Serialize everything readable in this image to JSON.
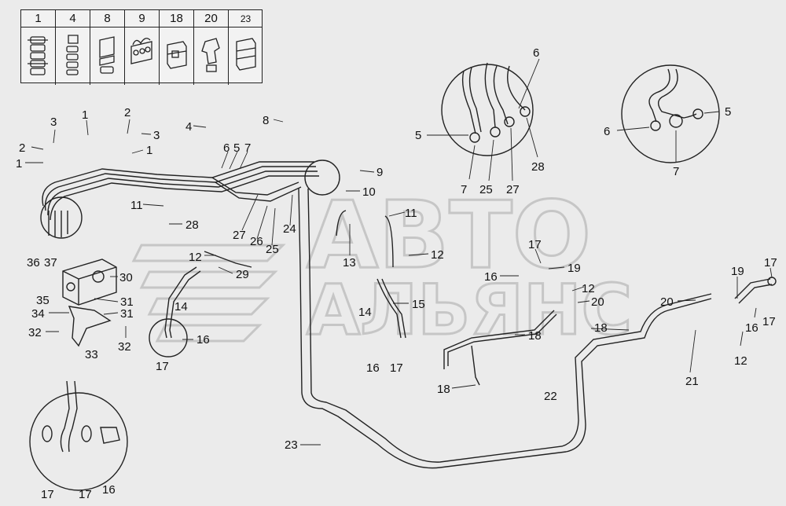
{
  "legend": {
    "headers": [
      "1",
      "4",
      "8",
      "9",
      "18",
      "20",
      "23"
    ]
  },
  "watermark": {
    "line1": "АВТО",
    "line2": "АЛЬЯНС"
  },
  "callouts": {
    "c3a": "3",
    "c2a": "2",
    "c1a": "1",
    "c1b": "1",
    "c2b": "2",
    "c3b": "3",
    "c1c": "1",
    "c4": "4",
    "c6a": "6",
    "c5a": "5",
    "c7a": "7",
    "c8": "8",
    "c9": "9",
    "c10": "10",
    "c11a": "11",
    "c11b": "11",
    "c28a": "28",
    "c27a": "27",
    "c26": "26",
    "c25a": "25",
    "c24": "24",
    "c12a": "12",
    "c13": "13",
    "c12b": "12",
    "c29": "29",
    "c36": "36",
    "c37": "37",
    "c30": "30",
    "c35": "35",
    "c31a": "31",
    "c31b": "31",
    "c34": "34",
    "c32a": "32",
    "c32b": "32",
    "c33": "33",
    "c14a": "14",
    "c14b": "14",
    "c16a": "16",
    "c17a": "17",
    "c15": "15",
    "c16b": "16",
    "c17b": "17",
    "c6b": "6",
    "c5b": "5",
    "c7b": "7",
    "c25b": "25",
    "c27b": "27",
    "c28b": "28",
    "c6c": "6",
    "c5c": "5",
    "c7c": "7",
    "c17c": "17",
    "c19a": "19",
    "c16c": "16",
    "c12c": "12",
    "c20a": "20",
    "c18a": "18",
    "c18b": "18",
    "c18c": "18",
    "c22": "22",
    "c23": "23",
    "c19b": "19",
    "c17d": "17",
    "c20b": "20",
    "c16d": "16",
    "c17e": "17",
    "c12d": "12",
    "c21": "21",
    "c17f": "17",
    "c17g": "17",
    "c16e": "16"
  },
  "colors": {
    "line": "#222222",
    "background": "#ebebeb",
    "watermark": "#c6c6c6"
  }
}
